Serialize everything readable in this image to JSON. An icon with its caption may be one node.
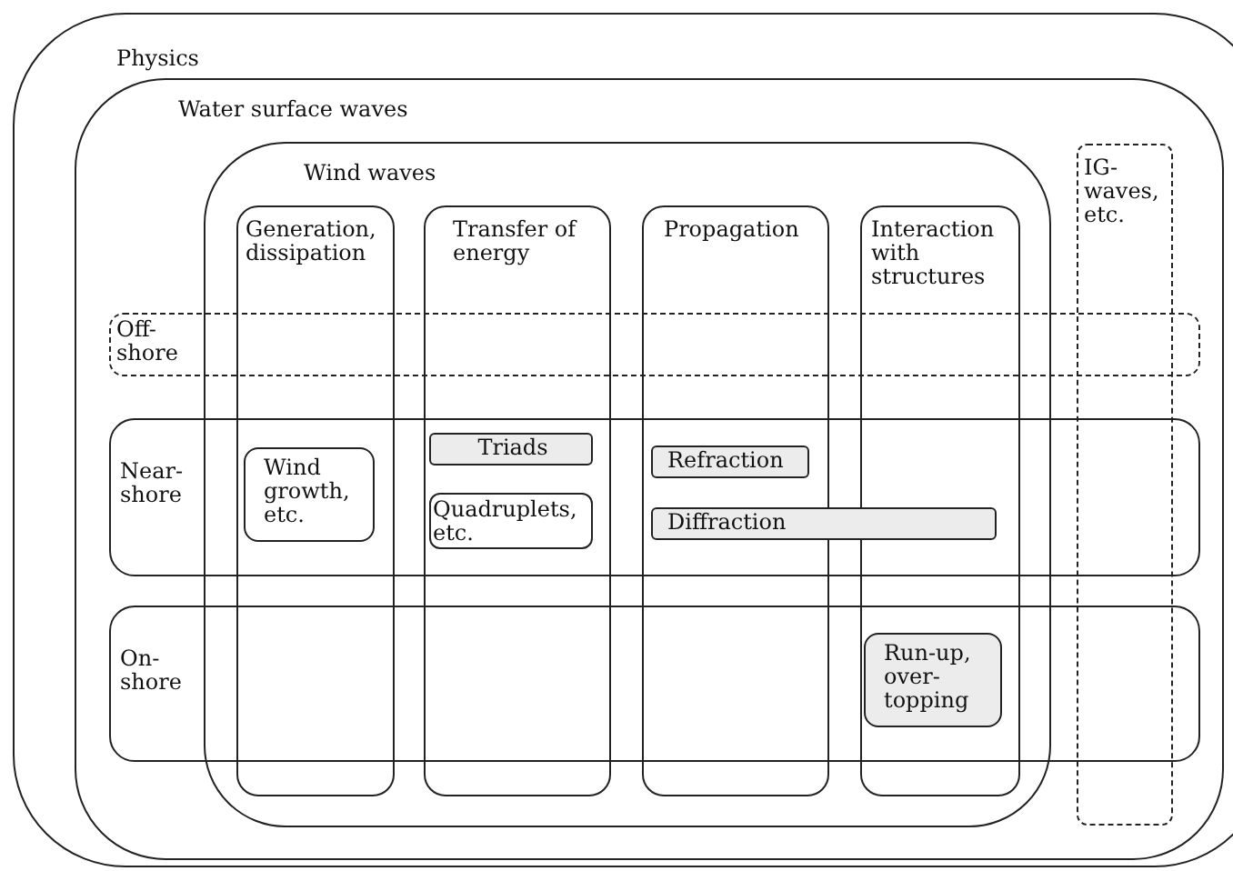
{
  "diagram": {
    "nodes": [
      {
        "text": [
          "Physics"
        ]
      },
      {
        "text": [
          "Water surface waves"
        ],
        "in": 0
      },
      {
        "text": [
          "Wind waves"
        ],
        "in": 1
      },
      {
        "text": [
          "Generation, dissipation"
        ],
        "in": 2
      },
      {
        "text": [
          "Transfer of energy"
        ],
        "in": 2
      },
      {
        "text": [
          "Propagation"
        ],
        "in": 2
      },
      {
        "text": [
          "Interaction with structures"
        ],
        "in": 2
      },
      {
        "text": [
          "IG-waves, etc."
        ],
        "in": 1
      },
      {
        "text": [
          "Off-shore"
        ],
        "in": 1
      },
      {
        "text": [
          "Near-shore"
        ],
        "in": 1
      },
      {
        "text": [
          "On-shore"
        ],
        "in": 1
      },
      {
        "text": [
          "Wind growth, etc."
        ]
      },
      {
        "text": [
          "Triads"
        ]
      },
      {
        "text": [
          "Quadruplets, etc."
        ]
      },
      {
        "text": [
          "Refraction"
        ]
      },
      {
        "text": [
          "Diffraction"
        ]
      },
      {
        "text": [
          "Run-up, over-topping"
        ]
      }
    ],
    "edges": []
  }
}
